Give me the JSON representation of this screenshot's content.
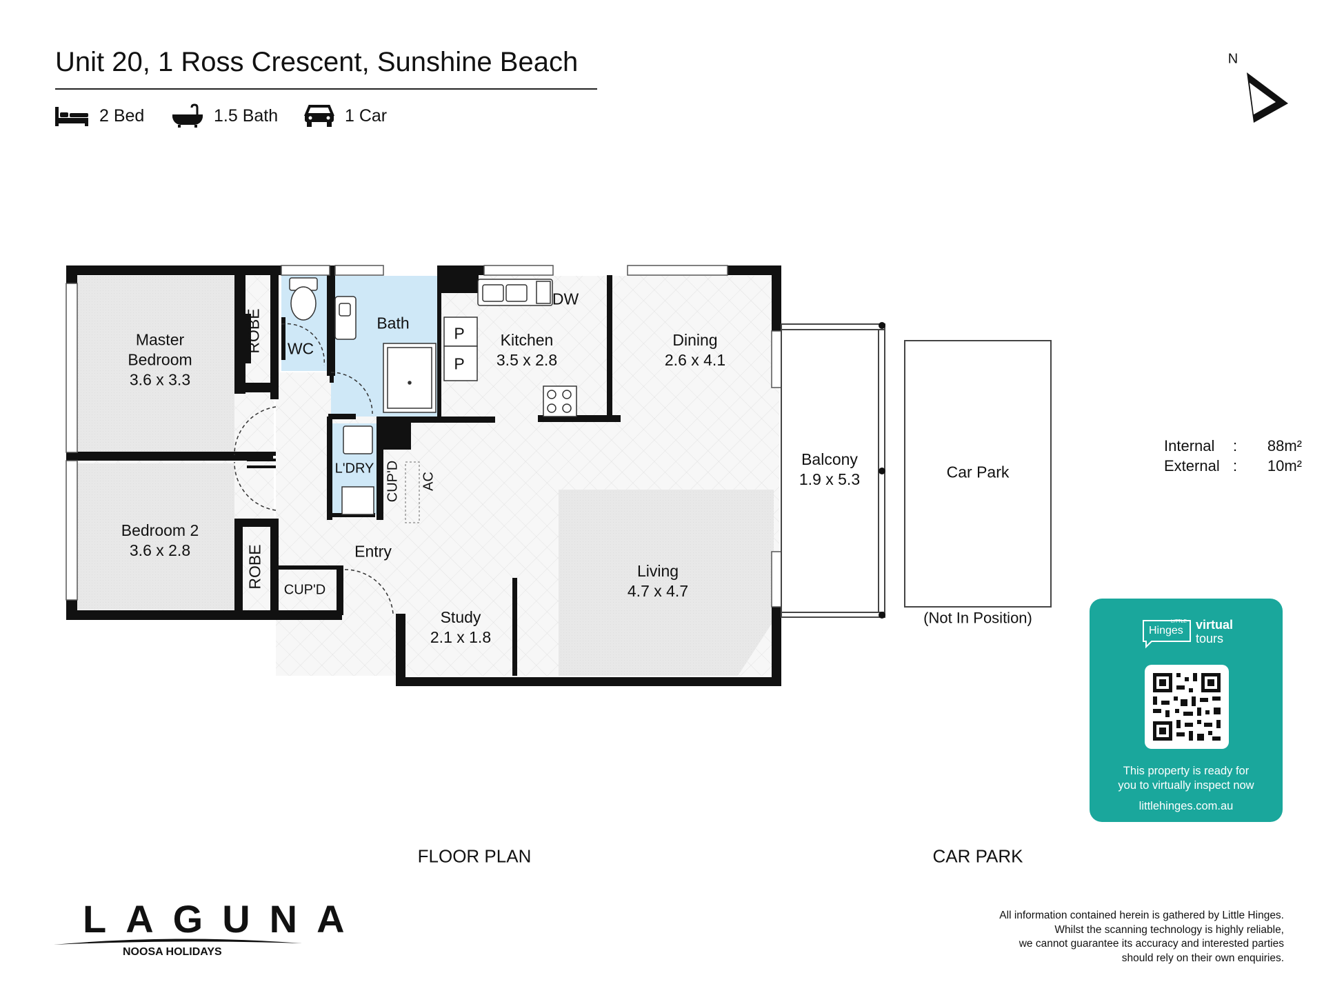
{
  "header": {
    "title": "Unit 20, 1 Ross Crescent, Sunshine Beach",
    "features": [
      {
        "icon": "bed-icon",
        "label": "2 Bed"
      },
      {
        "icon": "bath-icon",
        "label": "1.5 Bath"
      },
      {
        "icon": "car-icon",
        "label": "1 Car"
      }
    ]
  },
  "compass": {
    "label": "N"
  },
  "rooms": {
    "master": {
      "name": "Master\nBedroom",
      "size": "3.6 x 3.3"
    },
    "bed2": {
      "name": "Bedroom 2",
      "size": "3.6 x 2.8"
    },
    "robe1": "ROBE",
    "robe2": "ROBE",
    "wc": "WC",
    "bath": "Bath",
    "pantry1": "P",
    "pantry2": "P",
    "dw": "DW",
    "kitchen": {
      "name": "Kitchen",
      "size": "3.5 x 2.8"
    },
    "dining": {
      "name": "Dining",
      "size": "2.6 x 4.1"
    },
    "laundry": "L'DRY",
    "cupd_vert": "CUP'D",
    "ac": "AC",
    "cupd_entry": "CUP'D",
    "entry": "Entry",
    "study": {
      "name": "Study",
      "size": "2.1 x 1.8"
    },
    "living": {
      "name": "Living",
      "size": "4.7 x 4.7"
    },
    "balcony": {
      "name": "Balcony",
      "size": "1.9 x 5.3"
    },
    "carpark": {
      "name": "Car Park",
      "note": "(Not In Position)"
    }
  },
  "areas": {
    "internal": {
      "label": "Internal",
      "value": "88m²"
    },
    "external": {
      "label": "External",
      "value": "10m²"
    }
  },
  "promo": {
    "brand_small": "LITTLE",
    "brand_word": "Hinges",
    "brand_virtual": "virtual",
    "brand_tours": "tours",
    "message": "This property is ready for\nyou to virtually inspect now",
    "site": "littlehinges.com.au",
    "bg": "#1aa79c"
  },
  "captions": {
    "floor": "FLOOR PLAN",
    "car": "CAR PARK"
  },
  "logo": {
    "word": "LAGUNA",
    "sub": "NOOSA HOLIDAYS"
  },
  "disclaimer": "All information contained herein is gathered by Little Hinges.\nWhilst the scanning technology is highly reliable,\nwe cannot guarantee its accuracy and interested parties\nshould rely on their own enquiries.",
  "colors": {
    "wall": "#111111",
    "wet": "#cfe8f7",
    "carpet": "#e9e9e9",
    "tile": "#f6f6f6"
  }
}
